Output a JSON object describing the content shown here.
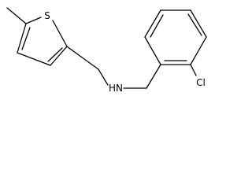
{
  "molecule": {
    "atoms": {
      "sulfur": "S",
      "amine": "HN",
      "chlorine": "Cl"
    }
  },
  "colors": {
    "bond": "#000000",
    "label": "#000000",
    "background": "#ffffff"
  }
}
